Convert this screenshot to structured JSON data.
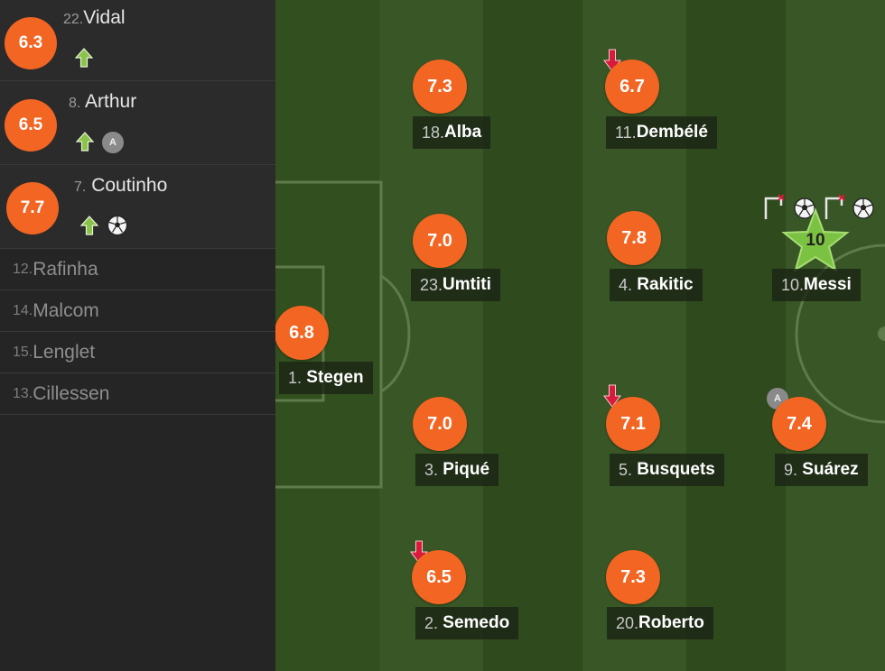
{
  "substitutes": [
    {
      "rating": "6.3",
      "number": "22.",
      "name": "Vidal"
    },
    {
      "rating": "6.5",
      "number": "8.",
      "name": "Arthur"
    },
    {
      "rating": "7.7",
      "number": "7.",
      "name": "Coutinho"
    }
  ],
  "bench": [
    {
      "number": "12.",
      "name": "Rafinha"
    },
    {
      "number": "14.",
      "name": "Malcom"
    },
    {
      "number": "15.",
      "name": "Lenglet"
    },
    {
      "number": "13.",
      "name": "Cillessen"
    }
  ],
  "players": {
    "stegen": {
      "rating": "6.8",
      "number": "1.",
      "name": "Stegen"
    },
    "alba": {
      "rating": "7.3",
      "number": "18.",
      "name": "Alba"
    },
    "umtiti": {
      "rating": "7.0",
      "number": "23.",
      "name": "Umtiti"
    },
    "pique": {
      "rating": "7.0",
      "number": "3.",
      "name": "Piqué"
    },
    "semedo": {
      "rating": "6.5",
      "number": "2.",
      "name": "Semedo"
    },
    "dembele": {
      "rating": "6.7",
      "number": "11.",
      "name": "Dembélé"
    },
    "rakitic": {
      "rating": "7.8",
      "number": "4.",
      "name": "Rakitic"
    },
    "busquets": {
      "rating": "7.1",
      "number": "5.",
      "name": "Busquets"
    },
    "roberto": {
      "rating": "7.3",
      "number": "20.",
      "name": "Roberto"
    },
    "messi": {
      "star_number": "10",
      "number": "10.",
      "name": "Messi"
    },
    "suarez": {
      "rating": "7.4",
      "number": "9.",
      "name": "Suárez"
    }
  },
  "icons": {
    "sub_in": "arrow-up-icon",
    "sub_out": "arrow-down-icon",
    "assist": "assist-icon",
    "assist_letter": "A",
    "goal": "soccer-ball-icon",
    "man_of_match": "star-icon"
  },
  "colors": {
    "rating_bg": "#f26522",
    "sub_in_arrow": "#8bc34a",
    "sub_out_arrow": "#d81b3c",
    "star": "#7cc242",
    "pitch_dark": "#2f4a1d",
    "pitch_light": "#365424"
  }
}
